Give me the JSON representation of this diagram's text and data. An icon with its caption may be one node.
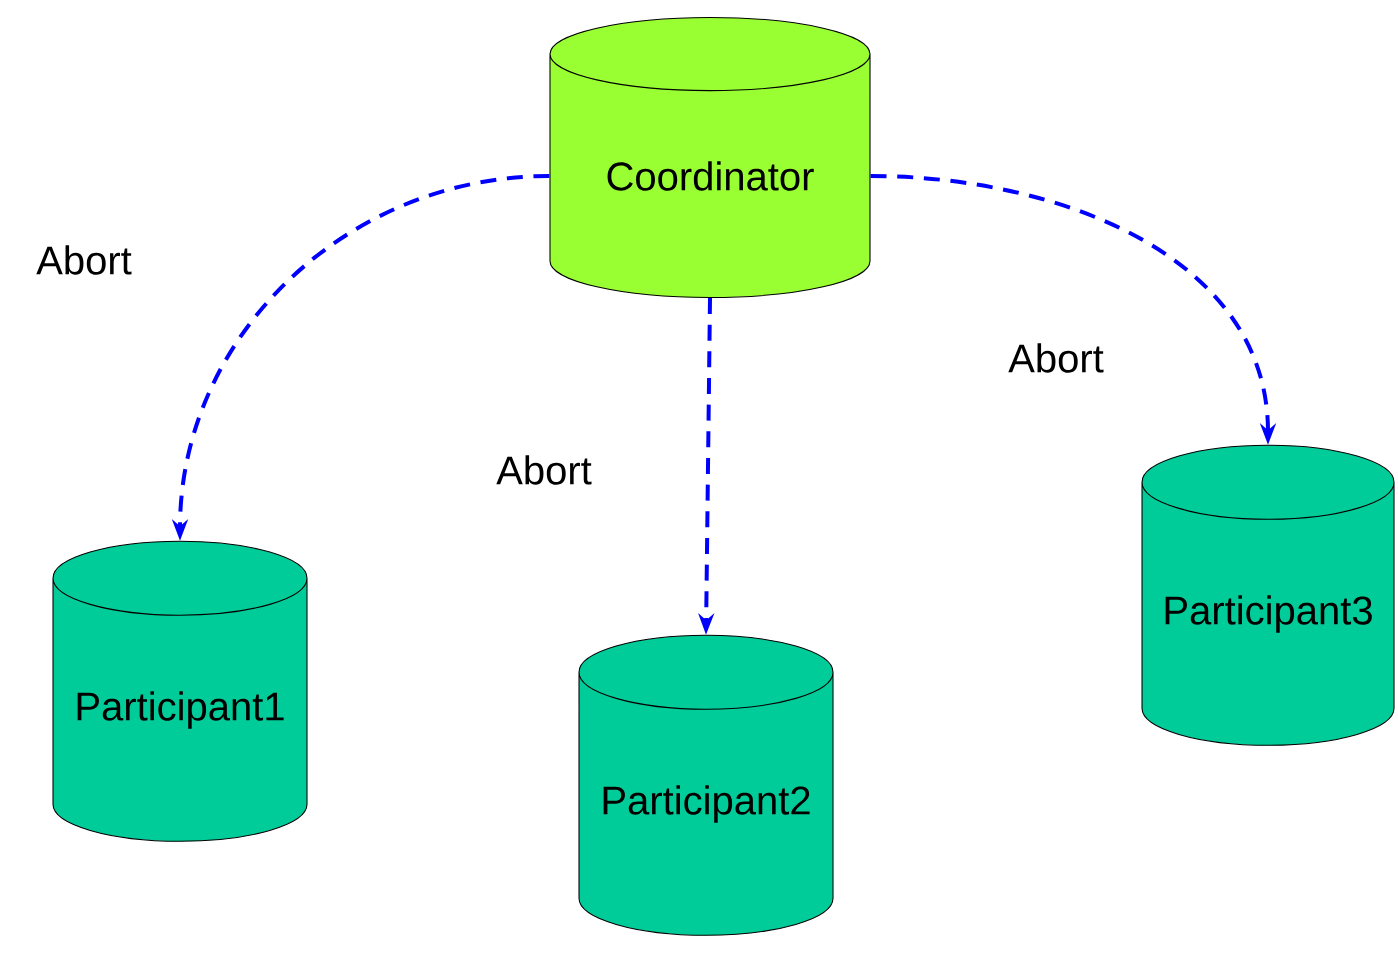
{
  "diagram": {
    "nodes": [
      {
        "text": [
          "Coordinator"
        ]
      },
      {
        "text": [
          "Participant1"
        ]
      },
      {
        "text": [
          "Participant2"
        ]
      },
      {
        "text": [
          "Participant3"
        ]
      }
    ],
    "edges": [
      {
        "from": 0,
        "to": 1,
        "arrow": "to",
        "style": "dashed",
        "label": "Abort"
      },
      {
        "from": 0,
        "to": 2,
        "arrow": "to",
        "style": "dashed",
        "label": "Abort"
      },
      {
        "from": 0,
        "to": 3,
        "arrow": "to",
        "style": "dashed",
        "label": "Abort"
      }
    ]
  }
}
